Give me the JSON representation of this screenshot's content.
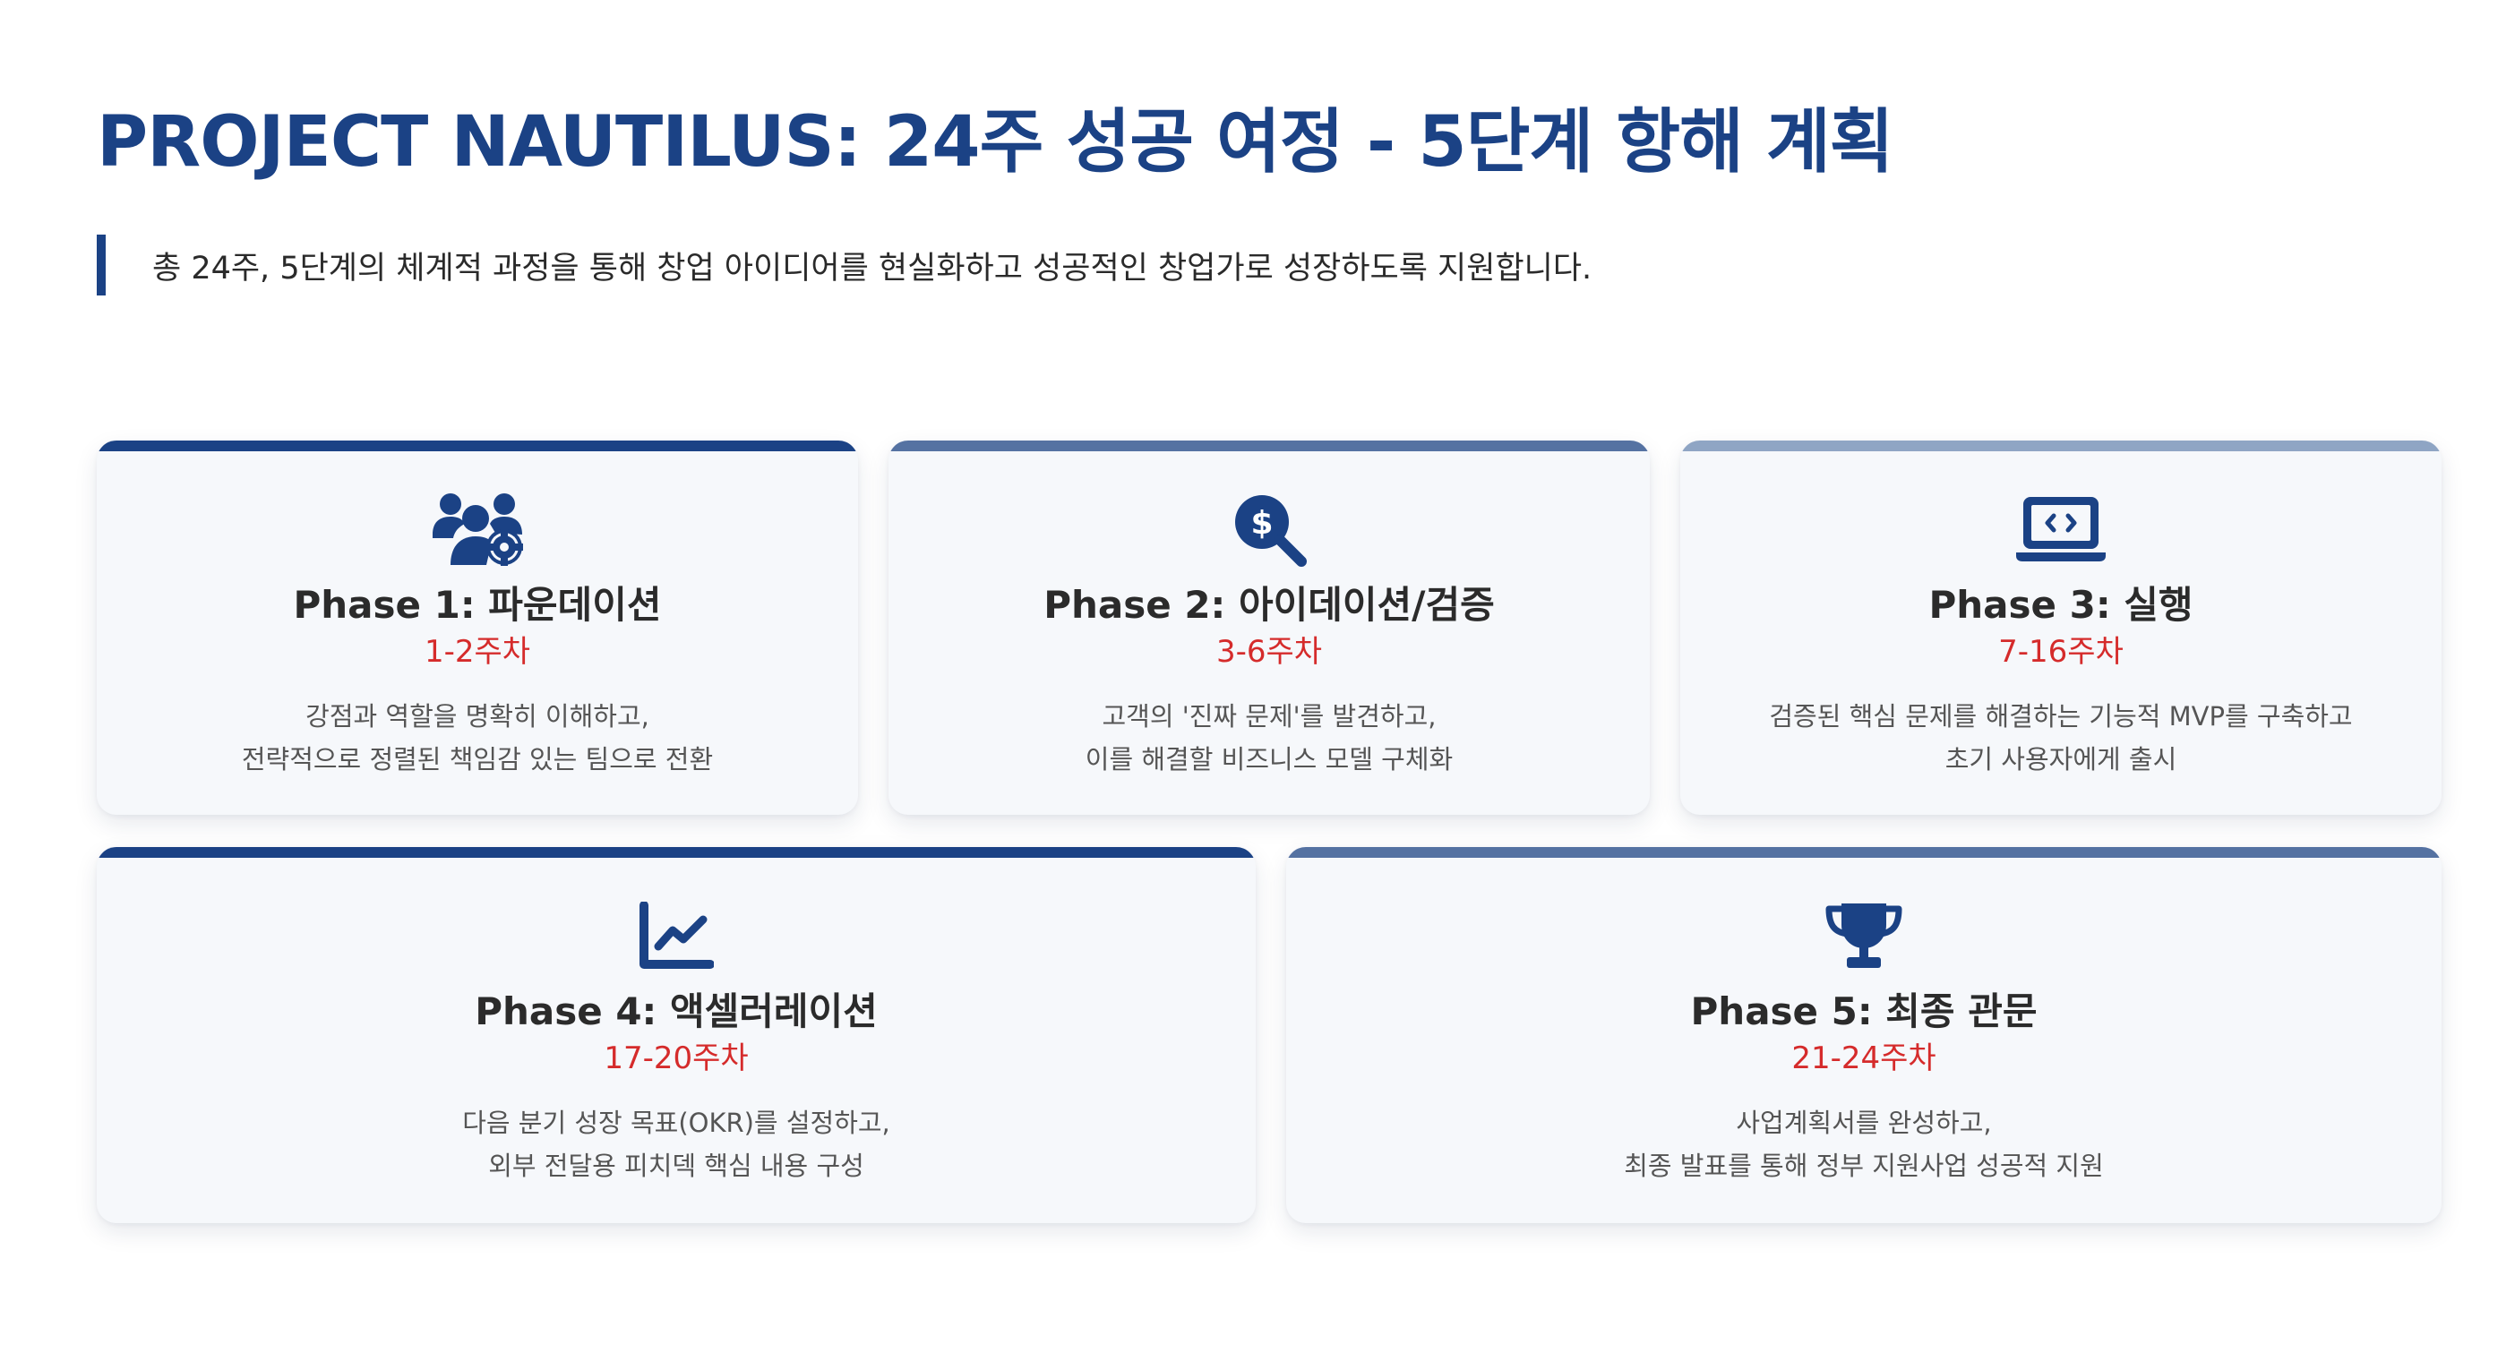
{
  "header": {
    "title": "PROJECT NAUTILUS: 24주 성공 여정 - 5단계 항해 계획",
    "subtitle": "총 24주, 5단계의 체계적 과정을 통해 창업 아이디어를 현실화하고 성공적인 창업가로 성장하도록 지원합니다."
  },
  "colors": {
    "title": "#1b4285",
    "accent_red": "#d52b2b",
    "bar_dark": "#1b4285",
    "bar_mid": "#5572a2",
    "bar_light": "#8fa5c4",
    "card_bg": "#f6f8fb"
  },
  "phases": [
    {
      "icon": "team-settings-icon",
      "title": "Phase 1: 파운데이션",
      "weeks": "1-2주차",
      "desc": [
        "강점과 역할을 명확히 이해하고,",
        "전략적으로 정렬된 책임감 있는 팀으로 전환"
      ]
    },
    {
      "icon": "search-dollar-icon",
      "title": "Phase 2: 아이데이션/검증",
      "weeks": "3-6주차",
      "desc": [
        "고객의 '진짜 문제'를 발견하고,",
        "이를 해결할 비즈니스 모델 구체화"
      ]
    },
    {
      "icon": "laptop-code-icon",
      "title": "Phase 3: 실행",
      "weeks": "7-16주차",
      "desc": [
        "검증된 핵심 문제를 해결하는 기능적 MVP를 구축하고",
        "초기 사용자에게 출시"
      ]
    },
    {
      "icon": "chart-line-icon",
      "title": "Phase 4: 액셀러레이션",
      "weeks": "17-20주차",
      "desc": [
        "다음 분기 성장 목표(OKR)를 설정하고,",
        "외부 전달용 피치덱 핵심 내용 구성"
      ]
    },
    {
      "icon": "trophy-icon",
      "title": "Phase 5: 최종 관문",
      "weeks": "21-24주차",
      "desc": [
        "사업계획서를 완성하고,",
        "최종 발표를 통해 정부 지원사업 성공적 지원"
      ]
    }
  ]
}
